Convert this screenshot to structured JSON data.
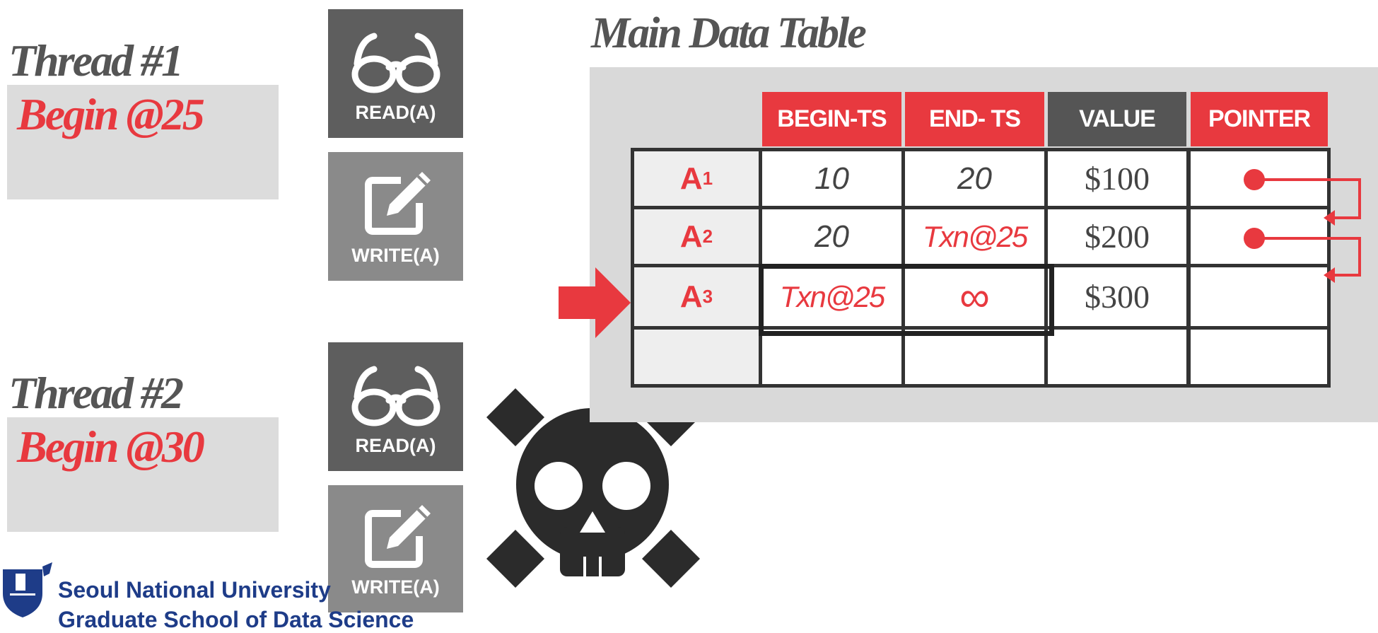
{
  "threads": [
    {
      "title": "Thread #1",
      "begin": "Begin @25",
      "ops": [
        "READ(A)",
        "WRITE(A)"
      ]
    },
    {
      "title": "Thread #2",
      "begin": "Begin @30",
      "ops": [
        "READ(A)",
        "WRITE(A)"
      ]
    }
  ],
  "table": {
    "title": "Main Data Table",
    "headers": [
      "BEGIN-TS",
      "END- TS",
      "VALUE",
      "POINTER"
    ],
    "rows": [
      {
        "name": "A",
        "sub": "1",
        "begin": "10",
        "end": "20",
        "value": "$100",
        "has_pointer": true
      },
      {
        "name": "A",
        "sub": "2",
        "begin": "20",
        "end": "Txn@25",
        "value": "$200",
        "has_pointer": true
      },
      {
        "name": "A",
        "sub": "3",
        "begin": "Txn@25",
        "end": "∞",
        "value": "$300",
        "has_pointer": false
      },
      {
        "name": "",
        "sub": "",
        "begin": "",
        "end": "",
        "value": "",
        "has_pointer": false
      }
    ]
  },
  "footer": {
    "university": "Seoul National University",
    "school": "Graduate School of Data Science"
  },
  "colors": {
    "accent": "#e8393f",
    "dark_gray": "#555555",
    "panel_gray": "#d9d9d9",
    "logo_blue": "#1e3c88"
  },
  "icons": [
    "glasses-icon",
    "edit-icon",
    "skull-crossbones-icon",
    "arrow-right-icon"
  ]
}
